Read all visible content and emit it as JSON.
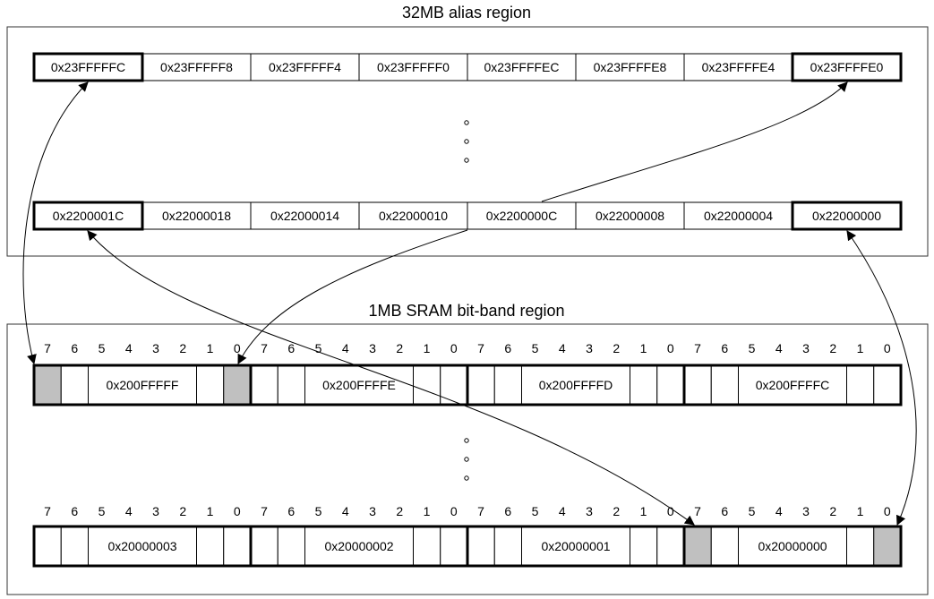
{
  "alias_region": {
    "title": "32MB alias region",
    "top_row": [
      "0x23FFFFFC",
      "0x23FFFFF8",
      "0x23FFFFF4",
      "0x23FFFFF0",
      "0x23FFFFEC",
      "0x23FFFFE8",
      "0x23FFFFE4",
      "0x23FFFFE0"
    ],
    "bottom_row": [
      "0x2200001C",
      "0x22000018",
      "0x22000014",
      "0x22000010",
      "0x2200000C",
      "0x22000008",
      "0x22000004",
      "0x22000000"
    ],
    "highlighted_cells": [
      "0x23FFFFFC",
      "0x23FFFFE0",
      "0x2200001C",
      "0x22000000"
    ]
  },
  "bitband_region": {
    "title": "1MB SRAM bit-band region",
    "bit_labels": [
      "7",
      "6",
      "5",
      "4",
      "3",
      "2",
      "1",
      "0"
    ],
    "top_bytes": [
      "0x200FFFFF",
      "0x200FFFFE",
      "0x200FFFFD",
      "0x200FFFFC"
    ],
    "bottom_bytes": [
      "0x20000003",
      "0x20000002",
      "0x20000001",
      "0x20000000"
    ],
    "highlighted_bits": [
      {
        "byte": "0x200FFFFF",
        "bit": 7
      },
      {
        "byte": "0x200FFFFF",
        "bit": 0
      },
      {
        "byte": "0x20000000",
        "bit": 7
      },
      {
        "byte": "0x20000000",
        "bit": 0
      }
    ]
  },
  "mappings": [
    {
      "alias": "0x23FFFFFC",
      "bit_address": "0x200FFFFF",
      "bit": 7
    },
    {
      "alias": "0x23FFFFE0",
      "bit_address": "0x200FFFFF",
      "bit": 0
    },
    {
      "alias": "0x2200001C",
      "bit_address": "0x20000000",
      "bit": 7
    },
    {
      "alias": "0x22000000",
      "bit_address": "0x20000000",
      "bit": 0
    }
  ],
  "colors": {
    "highlight": "#c0c0c0",
    "line": "#000000"
  }
}
